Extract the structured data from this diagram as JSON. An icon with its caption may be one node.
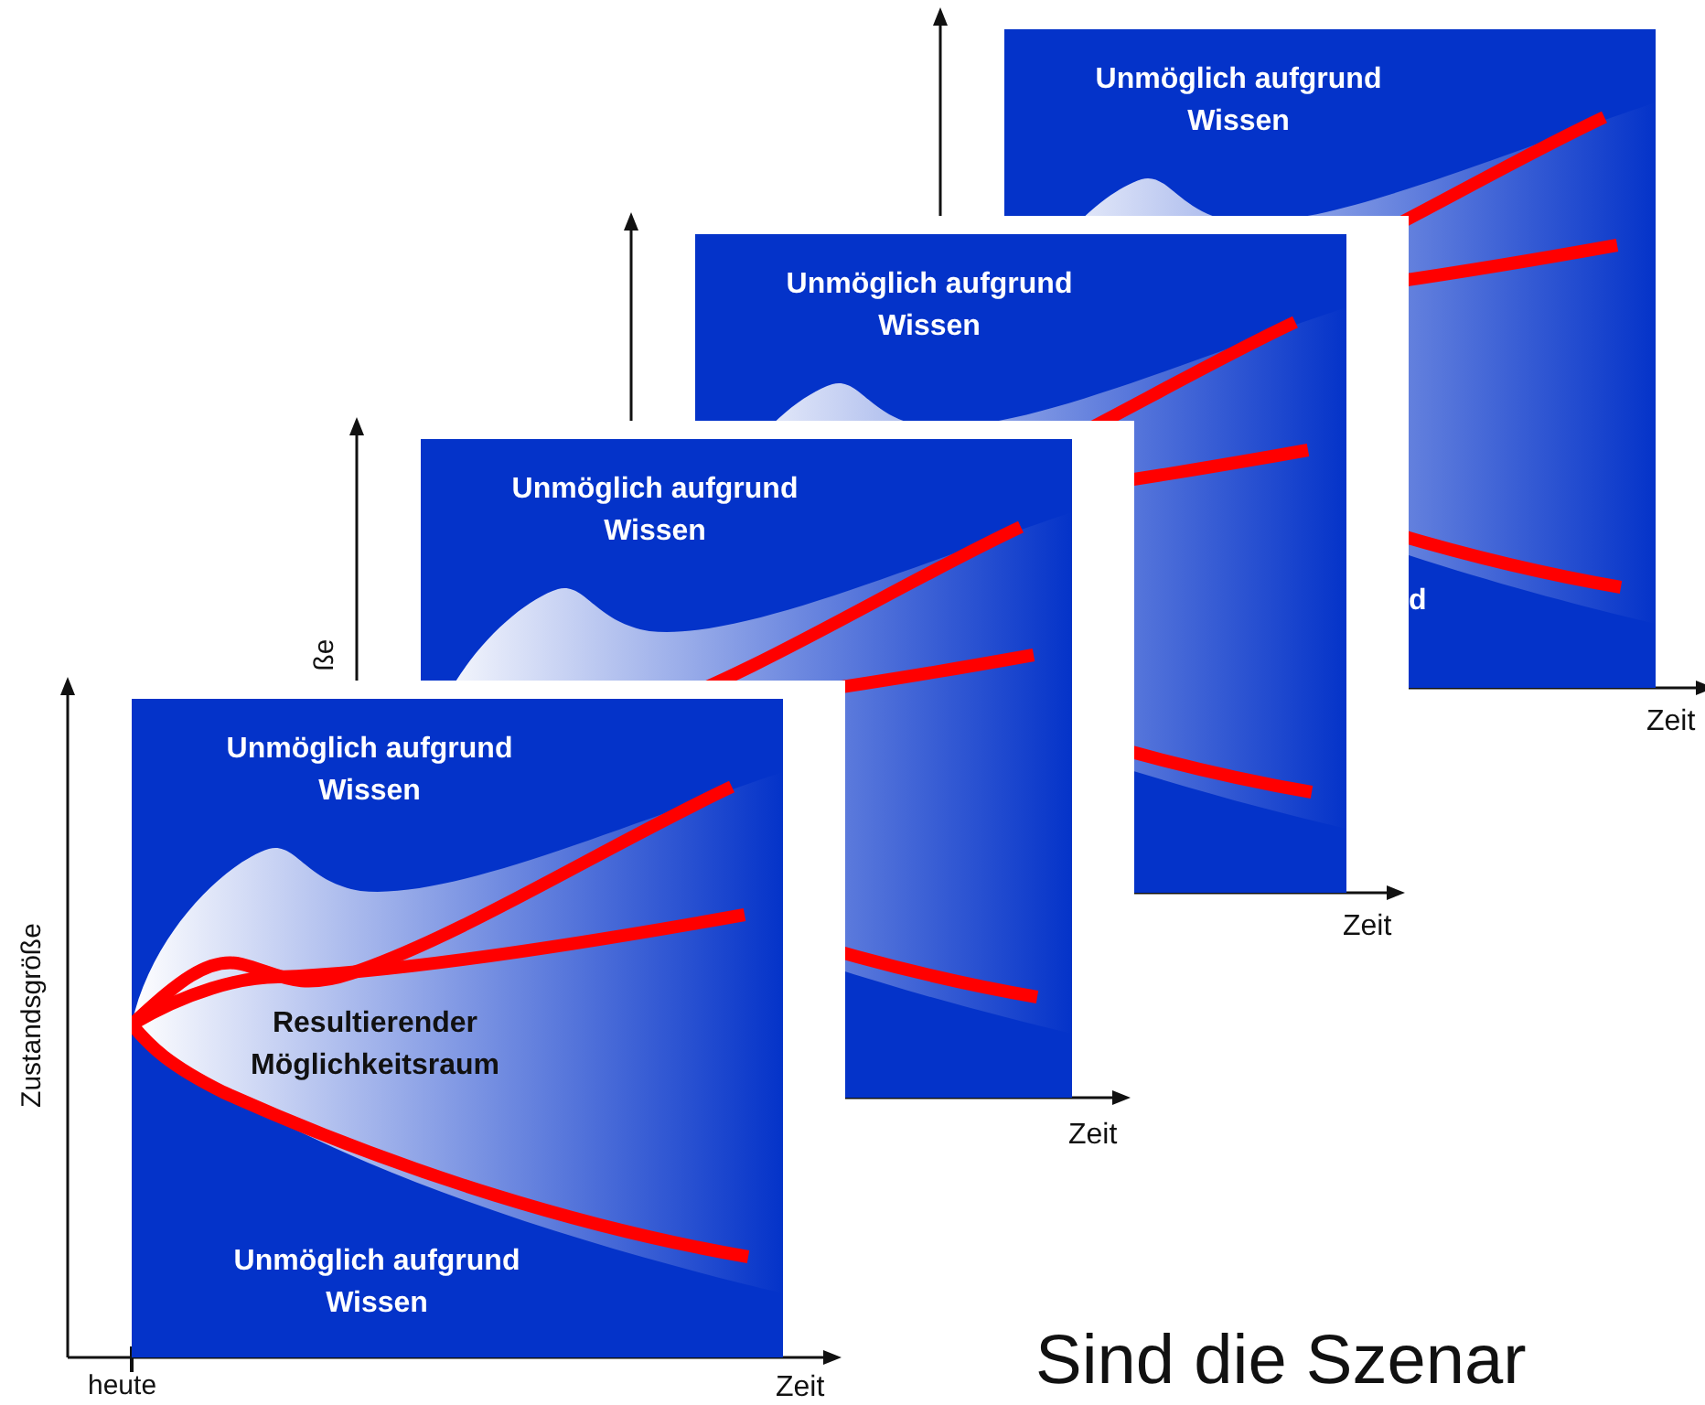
{
  "diagram": {
    "nodes": [
      {
        "text": [
          "Unmöglich aufgrund Wissen"
        ]
      },
      {
        "text": [
          "Unmöglich aufgrund Wissen"
        ]
      },
      {
        "text": [
          "Unmöglich aufgrund Wissen"
        ]
      },
      {
        "text": [
          "Unmöglich aufgrund Wissen",
          "Resultierender Möglichkeitsraum",
          "Unmöglich aufgrund Wissen"
        ]
      }
    ],
    "labels": [
      "d",
      "ße",
      "Zeit",
      "Zeit",
      "Zustandsgröße",
      "Zeit",
      "heute",
      "Zeit",
      "Sind die Szenar"
    ]
  }
}
